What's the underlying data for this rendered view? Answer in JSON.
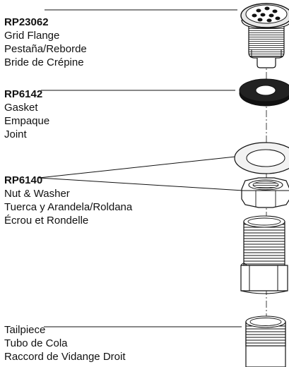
{
  "parts": [
    {
      "part_number": "RP23062",
      "names": [
        "Grid Flange",
        "Pestaña/Reborde",
        "Bride de Crépine"
      ]
    },
    {
      "part_number": "RP6142",
      "names": [
        "Gasket",
        "Empaque",
        "Joint"
      ]
    },
    {
      "part_number": "RP6140",
      "names": [
        "Nut & Washer",
        "Tuerca y Arandela/Roldana",
        "Écrou et Rondelle"
      ]
    },
    {
      "part_number": "",
      "names": [
        "Tailpiece",
        "Tubo de Cola",
        "Raccord de Vidange Droit"
      ]
    }
  ]
}
